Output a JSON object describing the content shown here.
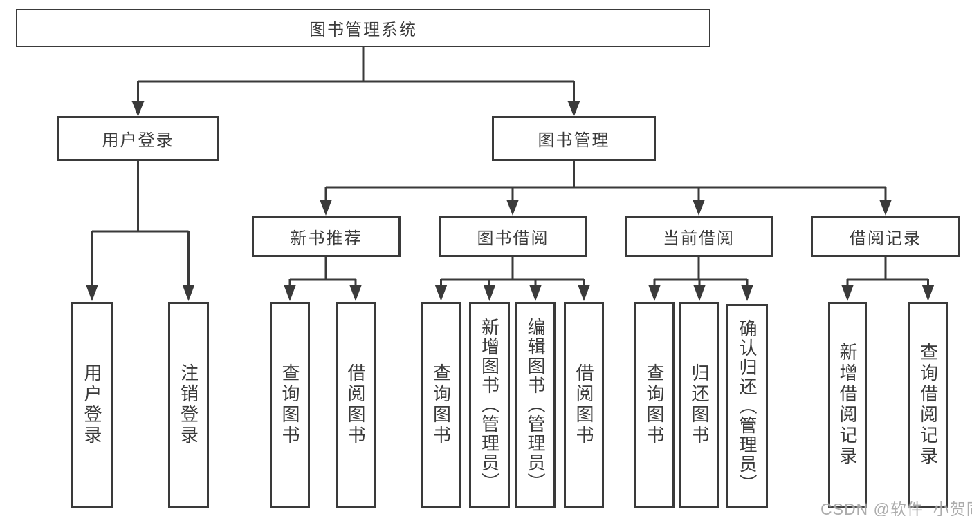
{
  "tree": {
    "root": {
      "label": "图书管理系统"
    },
    "branches": [
      {
        "label": "用户登录",
        "children": [
          {
            "label": "用户登录"
          },
          {
            "label": "注销登录"
          }
        ]
      },
      {
        "label": "图书管理",
        "groups": [
          {
            "label": "新书推荐",
            "children": [
              {
                "label": "查询图书"
              },
              {
                "label": "借阅图书"
              }
            ]
          },
          {
            "label": "图书借阅",
            "children": [
              {
                "label": "查询图书"
              },
              {
                "label": "新增图书（管理员）"
              },
              {
                "label": "编辑图书（管理员）"
              },
              {
                "label": "借阅图书"
              }
            ]
          },
          {
            "label": "当前借阅",
            "children": [
              {
                "label": "查询图书"
              },
              {
                "label": "归还图书"
              },
              {
                "label": "确认归还（管理员）"
              }
            ]
          },
          {
            "label": "借阅记录",
            "children": [
              {
                "label": "新增借阅记录"
              },
              {
                "label": "查询借阅记录"
              }
            ]
          }
        ]
      }
    ]
  },
  "watermark": {
    "text": "CSDN @软件_小贺同学"
  },
  "colors": {
    "line": "#3a3a3a",
    "background": "#ffffff",
    "watermark": "#9e9e9e"
  }
}
